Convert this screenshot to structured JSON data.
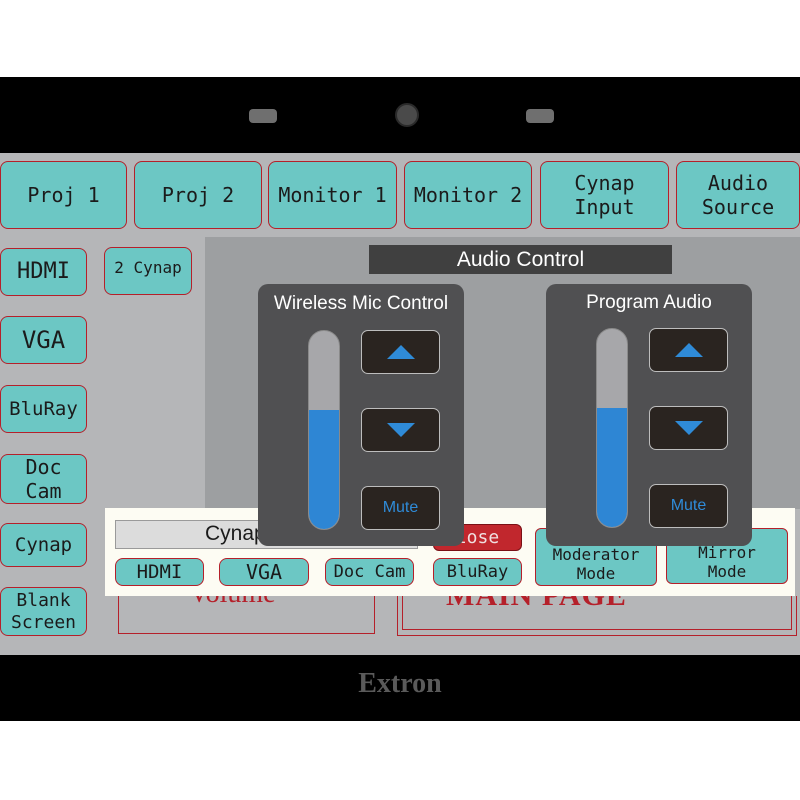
{
  "top_buttons": [
    {
      "label": "Proj 1"
    },
    {
      "label": "Proj 2"
    },
    {
      "label": "Monitor 1"
    },
    {
      "label": "Monitor 2"
    },
    {
      "label": "Cynap\nInput"
    },
    {
      "label": "Audio\nSource"
    }
  ],
  "left_buttons": [
    {
      "label": "HDMI"
    },
    {
      "label": "VGA"
    },
    {
      "label": "BluRay"
    },
    {
      "label": "Doc\nCam"
    },
    {
      "label": "Cynap"
    },
    {
      "label": "Blank\nScreen"
    }
  ],
  "cynap_small_button": "2 Cynap",
  "audio_control": {
    "title": "Audio Control",
    "wireless": {
      "title": "Wireless Mic Control",
      "level": 0.6,
      "mute_label": "Mute"
    },
    "program": {
      "title": "Program Audio",
      "level": 0.6,
      "mute_label": "Mute"
    }
  },
  "cynap_popup": {
    "title": "Cynap",
    "close_label": "lose",
    "sources": [
      "HDMI",
      "VGA",
      "Doc Cam",
      "BluRay"
    ],
    "moderator_label": "Moderator\nMode",
    "mirror_label": "Mirror\nMode"
  },
  "background": {
    "volume_label": "Volume",
    "main_page_label": "MAIN PAGE"
  },
  "brand": "Extron",
  "colors": {
    "button_bg": "#6cc7c4",
    "button_border": "#b5202a",
    "level_fill": "#2e86d4",
    "close_bg": "#c1272d"
  }
}
